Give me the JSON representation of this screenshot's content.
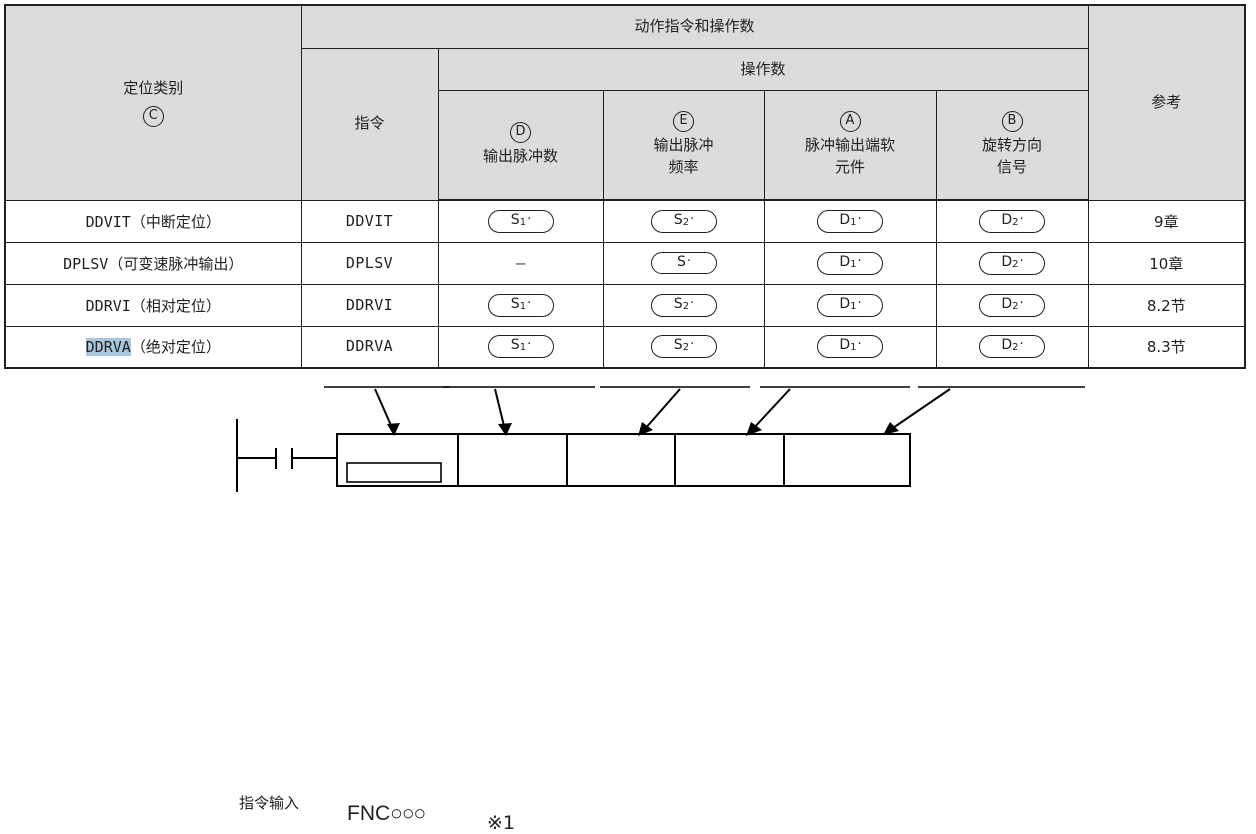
{
  "table": {
    "header": {
      "category_label": "定位类别",
      "category_marker": "C",
      "group_label": "动作指令和操作数",
      "operand_group_label": "操作数",
      "instruction_label": "指令",
      "reference_label": "参考",
      "operands": [
        {
          "marker": "D",
          "line1": "输出脉冲数",
          "line2": ""
        },
        {
          "marker": "E",
          "line1": "输出脉冲",
          "line2": "频率"
        },
        {
          "marker": "A",
          "line1": "脉冲输出端软",
          "line2": "元件"
        },
        {
          "marker": "B",
          "line1": "旋转方向",
          "line2": "信号"
        }
      ]
    },
    "rows": [
      {
        "category_code": "DDVIT",
        "category_desc": "（中断定位）",
        "highlighted": false,
        "instruction": "DDVIT",
        "d": "S1·",
        "e": "S2·",
        "a": "D1·",
        "b": "D2·",
        "reference": "9章"
      },
      {
        "category_code": "DPLSV",
        "category_desc": "（可变速脉冲输出）",
        "highlighted": false,
        "instruction": "DPLSV",
        "d": "–",
        "e": "S·",
        "a": "D1·",
        "b": "D2·",
        "reference": "10章"
      },
      {
        "category_code": "DDRVI",
        "category_desc": "（相对定位）",
        "highlighted": false,
        "instruction": "DDRVI",
        "d": "S1·",
        "e": "S2·",
        "a": "D1·",
        "b": "D2·",
        "reference": "8.2节"
      },
      {
        "category_code": "DDRVA",
        "category_desc": "（绝对定位）",
        "highlighted": true,
        "instruction": "DDRVA",
        "d": "S1·",
        "e": "S2·",
        "a": "D1·",
        "b": "D2·",
        "reference": "8.3节"
      }
    ]
  },
  "ladder": {
    "input_label": "指令输入",
    "fnc_label": "FNC",
    "fnc_circles": "○○○",
    "operand1_label": "※1",
    "operand2_label": "",
    "operand3_label": "",
    "operand4_label": "",
    "operand5_label": ""
  },
  "colors": {
    "highlight": "#a8c6dd",
    "header_fill": "#dcdcdc",
    "rule": "#231f20",
    "page_bg": "#ffffff"
  }
}
